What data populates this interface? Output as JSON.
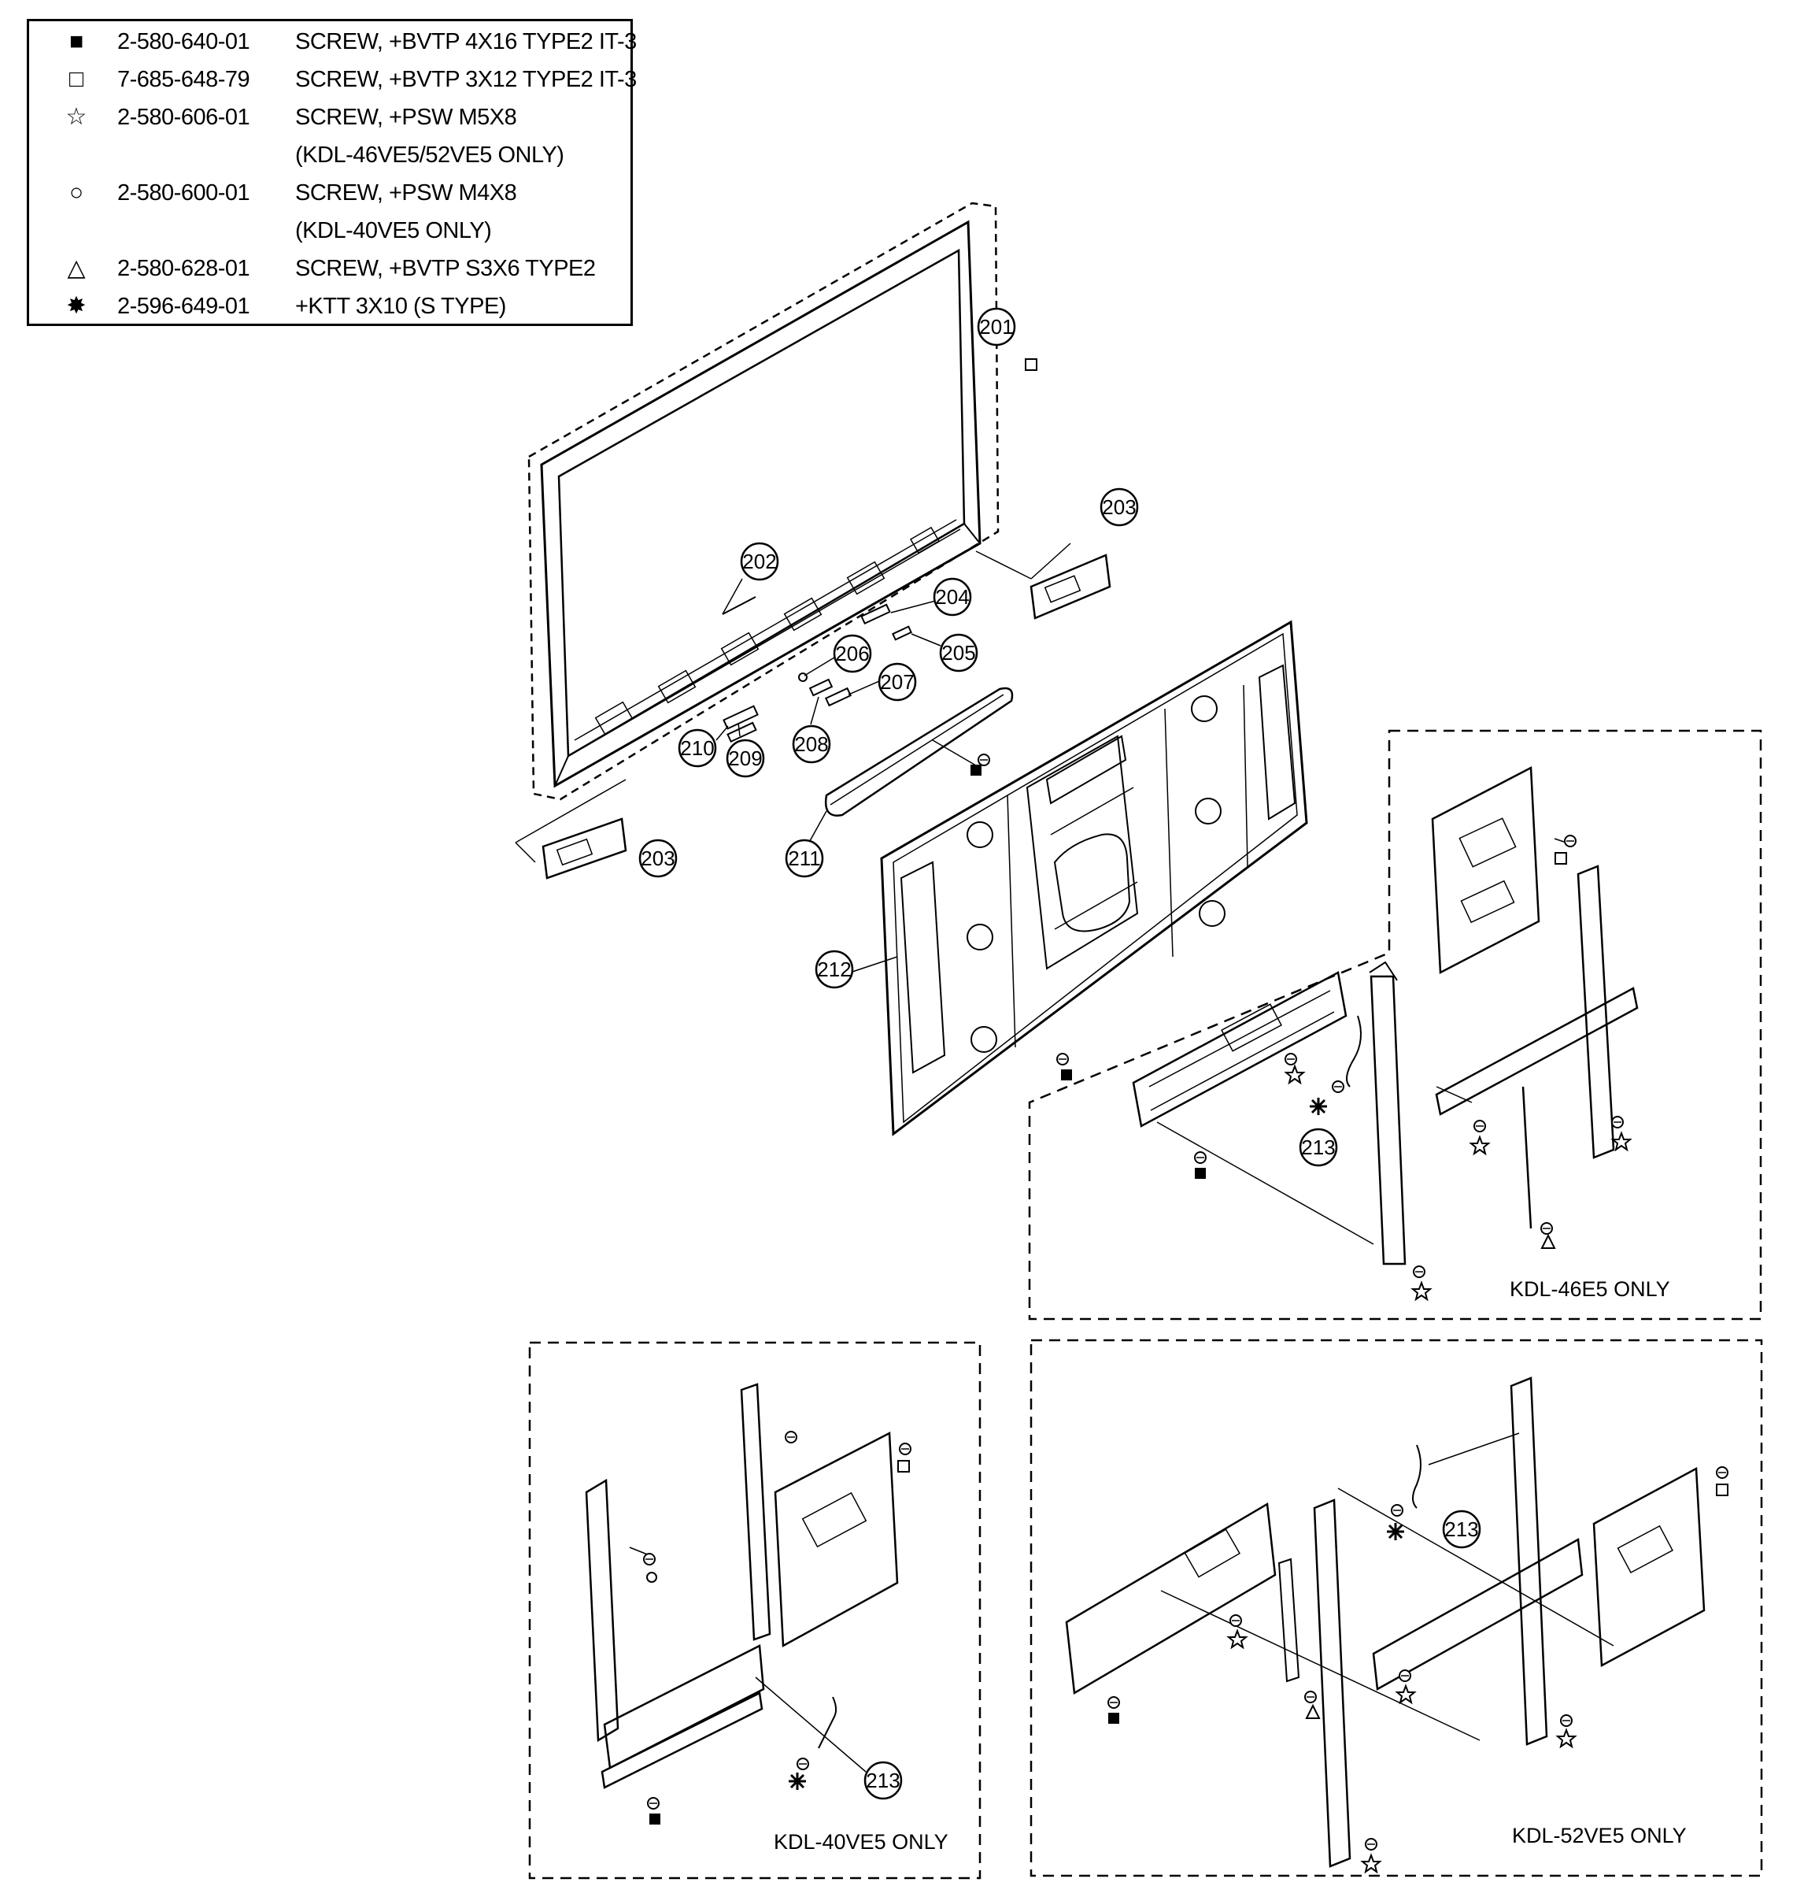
{
  "legend": {
    "rows": [
      {
        "symbol": "■",
        "symbol_name": "filled-square",
        "code": "2-580-640-01",
        "desc": "SCREW, +BVTP 4X16 TYPE2 IT-3"
      },
      {
        "symbol": "□",
        "symbol_name": "open-square",
        "code": "7-685-648-79",
        "desc": "SCREW, +BVTP 3X12 TYPE2 IT-3"
      },
      {
        "symbol": "☆",
        "symbol_name": "star",
        "code": "2-580-606-01",
        "desc": "SCREW, +PSW M5X8"
      },
      {
        "symbol": "",
        "symbol_name": "",
        "code": "",
        "desc": "(KDL-46VE5/52VE5 ONLY)"
      },
      {
        "symbol": "○",
        "symbol_name": "circle",
        "code": "2-580-600-01",
        "desc": "SCREW, +PSW M4X8"
      },
      {
        "symbol": "",
        "symbol_name": "",
        "code": "",
        "desc": "(KDL-40VE5 ONLY)"
      },
      {
        "symbol": "△",
        "symbol_name": "triangle",
        "code": "2-580-628-01",
        "desc": "SCREW, +BVTP S3X6 TYPE2"
      },
      {
        "symbol": "✸",
        "symbol_name": "asterisk",
        "code": "2-596-649-01",
        "desc": "+KTT 3X10 (S TYPE)"
      }
    ]
  },
  "callouts": {
    "c201": "201",
    "c202": "202",
    "c203a": "203",
    "c203b": "203",
    "c204": "204",
    "c205": "205",
    "c206": "206",
    "c207": "207",
    "c208": "208",
    "c209": "209",
    "c210": "210",
    "c211": "211",
    "c212": "212",
    "c213a": "213",
    "c213b": "213",
    "c213c": "213"
  },
  "regions": {
    "kdl46": "KDL-46E5 ONLY",
    "kdl40": "KDL-40VE5 ONLY",
    "kdl52": "KDL-52VE5 ONLY"
  }
}
